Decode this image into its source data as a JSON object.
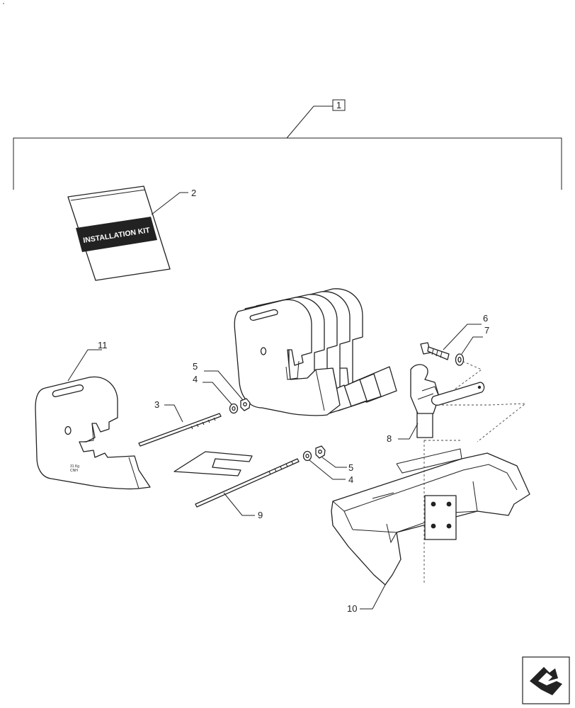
{
  "diagram": {
    "booklet_text": "INSTALLATION KIT",
    "weight_label": {
      "mass": "31 Kg",
      "brand": "CNH"
    },
    "callouts": {
      "c1": "1",
      "c2": "2",
      "c3": "3",
      "c4a": "4",
      "c5a": "5",
      "c4b": "4",
      "c5b": "5",
      "c6": "6",
      "c7": "7",
      "c8": "8",
      "c9": "9",
      "c10": "10",
      "c11": "11"
    },
    "nav_icon": "next-page-arrow-icon"
  }
}
